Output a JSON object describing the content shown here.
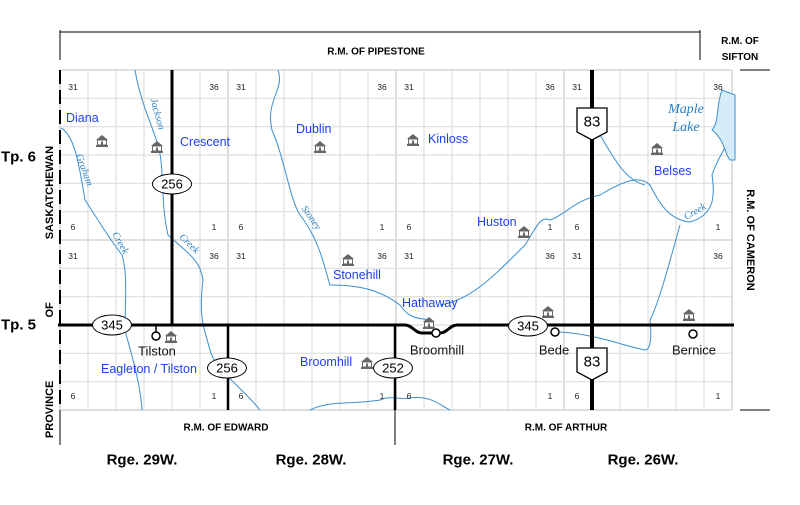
{
  "borders": {
    "north": "R.M. OF PIPESTONE",
    "northeast": "R.M. OF SIFTON",
    "east": "R.M. OF CAMERON",
    "south_west": "R.M. OF EDWARD",
    "south_east": "R.M. OF ARTHUR",
    "west": "PROVINCE OF SASKATCHEWAN"
  },
  "townships": [
    "Tp. 6",
    "Tp. 5"
  ],
  "ranges": [
    "Rge. 29W.",
    "Rge. 28W.",
    "Rge. 27W.",
    "Rge. 26W."
  ],
  "section_labels": {
    "nw": "31",
    "ne": "36",
    "sw": "6",
    "se": "1"
  },
  "highways": {
    "h256": "256",
    "h345": "345",
    "h252": "252",
    "h83": "83"
  },
  "places": [
    "Diana",
    "Crescent",
    "Dublin",
    "Kinloss",
    "Huston",
    "Belses",
    "Stonehill",
    "Hathaway",
    "Eagleton / Tilston",
    "Broomhill"
  ],
  "towns": [
    "Tilston",
    "Broomhill",
    "Bede",
    "Bernice"
  ],
  "water": {
    "lake": [
      "Maple",
      "Lake"
    ],
    "creeks": [
      "Jackson",
      "Graham",
      "Creek",
      "Creek",
      "Stoney",
      "Creek"
    ]
  },
  "colors": {
    "place": "#1f3ff0",
    "river": "#2a7fc0",
    "grid": "#dcdcdc",
    "road": "#000000"
  }
}
